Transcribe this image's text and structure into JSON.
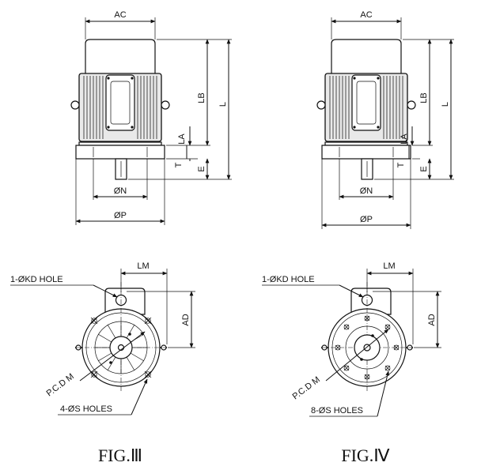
{
  "figures": [
    {
      "caption": "FIG.Ⅲ",
      "side_view": {
        "dim_ac": "AC",
        "dim_lb": "LB",
        "dim_l": "L",
        "dim_la": "LA",
        "dim_t": "T",
        "dim_e": "E",
        "dim_n": "ØN",
        "dim_p": "ØP"
      },
      "end_view": {
        "dim_lm": "LM",
        "dim_ad": "AD",
        "kd_hole": "1-ØKD HOLE",
        "pcd": "P.C.D M",
        "s_holes": "4-ØS HOLES"
      }
    },
    {
      "caption": "FIG.Ⅳ",
      "side_view": {
        "dim_ac": "AC",
        "dim_lb": "LB",
        "dim_l": "L",
        "dim_la": "LA",
        "dim_t": "T",
        "dim_e": "E",
        "dim_n": "ØN",
        "dim_p": "ØP"
      },
      "end_view": {
        "dim_lm": "LM",
        "dim_ad": "AD",
        "kd_hole": "1-ØKD HOLE",
        "pcd": "P.C.D M",
        "s_holes": "8-ØS HOLES"
      }
    }
  ]
}
